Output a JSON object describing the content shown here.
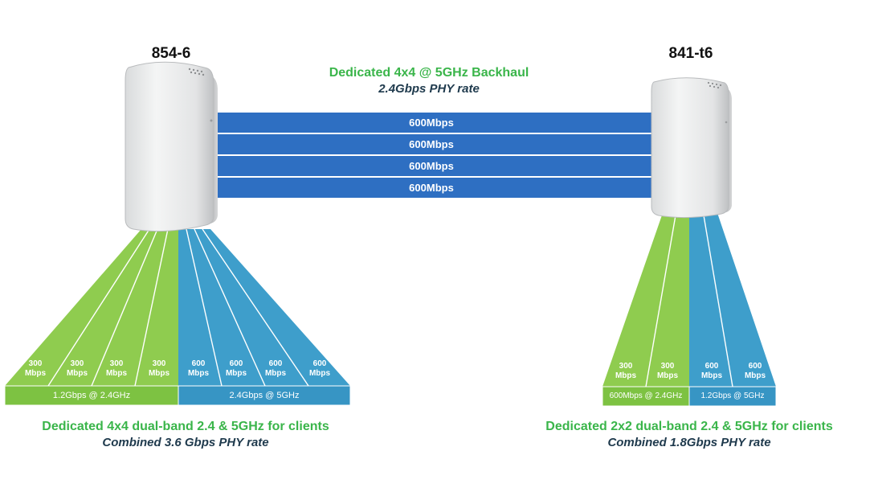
{
  "left_device": {
    "model": "854-6",
    "speeds_24": [
      "300",
      "300",
      "300",
      "300"
    ],
    "speeds_5": [
      "600",
      "600",
      "600",
      "600"
    ],
    "unit": "Mbps",
    "band_24_label": "1.2Gbps @ 2.4GHz",
    "band_5_label": "2.4Gbps @ 5GHz",
    "caption_title": "Dedicated 4x4 dual-band 2.4 & 5GHz for clients",
    "caption_sub": "Combined 3.6 Gbps PHY rate"
  },
  "right_device": {
    "model": "841-t6",
    "speeds_24": [
      "300",
      "300"
    ],
    "speeds_5": [
      "600",
      "600"
    ],
    "unit": "Mbps",
    "band_24_label": "600Mbps @ 2.4GHz",
    "band_5_label": "1.2Gbps @ 5GHz",
    "caption_title": "Dedicated 2x2 dual-band 2.4 & 5GHz for clients",
    "caption_sub": "Combined 1.8Gbps PHY rate"
  },
  "backhaul": {
    "title": "Dedicated 4x4 @ 5GHz Backhaul",
    "subtitle": "2.4Gbps PHY rate",
    "links": [
      "600Mbps",
      "600Mbps",
      "600Mbps",
      "600Mbps"
    ]
  },
  "colors": {
    "green": "#8fcc4f",
    "green_bar": "#7dc242",
    "blue": "#3e9ecb",
    "blue_bar": "#3795c4",
    "backhaul_blue": "#2e6fc2",
    "caption_green": "#3ab54a"
  }
}
